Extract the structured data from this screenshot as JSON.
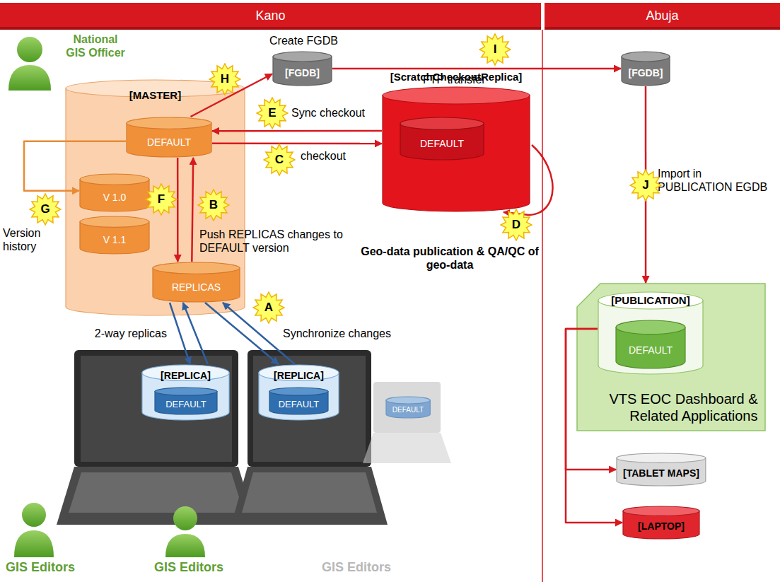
{
  "diagram": {
    "nodes": [
      {
        "text": [
          "Kano"
        ]
      },
      {
        "text": [
          "Abuja"
        ]
      },
      {
        "text": [
          "[MASTER]"
        ]
      },
      {
        "text": [
          "DEFAULT"
        ],
        "in": 2
      },
      {
        "text": [
          "V 1.0"
        ],
        "in": 2
      },
      {
        "text": [
          "V 1.1"
        ],
        "in": 2
      },
      {
        "text": [
          "REPLICAS"
        ],
        "in": 2
      },
      {
        "text": [
          "[FGDB]"
        ]
      },
      {
        "text": [
          "[ScratchCheckoutReplica]"
        ]
      },
      {
        "text": [
          "DEFAULT"
        ],
        "in": 8
      },
      {
        "text": [
          "[REPLICA]"
        ]
      },
      {
        "text": [
          "DEFAULT"
        ],
        "in": 10
      },
      {
        "text": [
          "[REPLICA]"
        ]
      },
      {
        "text": [
          "DEFAULT"
        ],
        "in": 12
      },
      {
        "text": [
          "DEFAULT"
        ]
      },
      {
        "text": [
          "[FGDB]"
        ]
      },
      {
        "text": [
          "VTS EOC Dashboard & Related Applications"
        ]
      },
      {
        "text": [
          "[PUBLICATION]"
        ],
        "in": 16
      },
      {
        "text": [
          "DEFAULT"
        ],
        "in": 17
      },
      {
        "text": [
          "[TABLET MAPS]"
        ]
      },
      {
        "text": [
          "[LAPTOP]"
        ]
      }
    ],
    "edges": [
      {
        "from": 3,
        "to": 7,
        "arrow": "to"
      },
      {
        "from": 7,
        "to": 15,
        "label": "FTP transfer",
        "arrow": "to"
      },
      {
        "from": 15,
        "to": 16,
        "label": "Import in PUBLICATION EGDB",
        "arrow": "to"
      },
      {
        "from": 8,
        "to": 3,
        "label": "Sync checkout",
        "arrow": "to"
      },
      {
        "from": 3,
        "to": 8,
        "label": "checkout",
        "arrow": "to"
      },
      {
        "from": 6,
        "to": 3,
        "arrow": "to"
      },
      {
        "from": 3,
        "to": 6,
        "arrow": "to"
      },
      {
        "from": 3,
        "to": 4,
        "arrow": "to"
      },
      {
        "from": 6,
        "to": 10,
        "arrow": "to"
      },
      {
        "from": 10,
        "to": 6,
        "arrow": "to"
      },
      {
        "from": 6,
        "to": 12,
        "arrow": "to"
      },
      {
        "from": 12,
        "to": 6,
        "arrow": "to"
      },
      {
        "from": 17,
        "to": 19,
        "arrow": "to"
      },
      {
        "from": 17,
        "to": 20,
        "arrow": "to"
      }
    ],
    "labels": [
      "National GIS Officer",
      "Create FGDB",
      "H",
      "I",
      "G",
      "E",
      "C",
      "B",
      "F",
      "D",
      "A",
      "J",
      "Version history",
      "Push REPLICAS changes to DEFAULT version",
      "Geo-data publication & QA/QC of geo-data",
      "2-way replicas",
      "Synchronize changes",
      "GIS Editors",
      "GIS Editors",
      "GIS Editors"
    ]
  }
}
